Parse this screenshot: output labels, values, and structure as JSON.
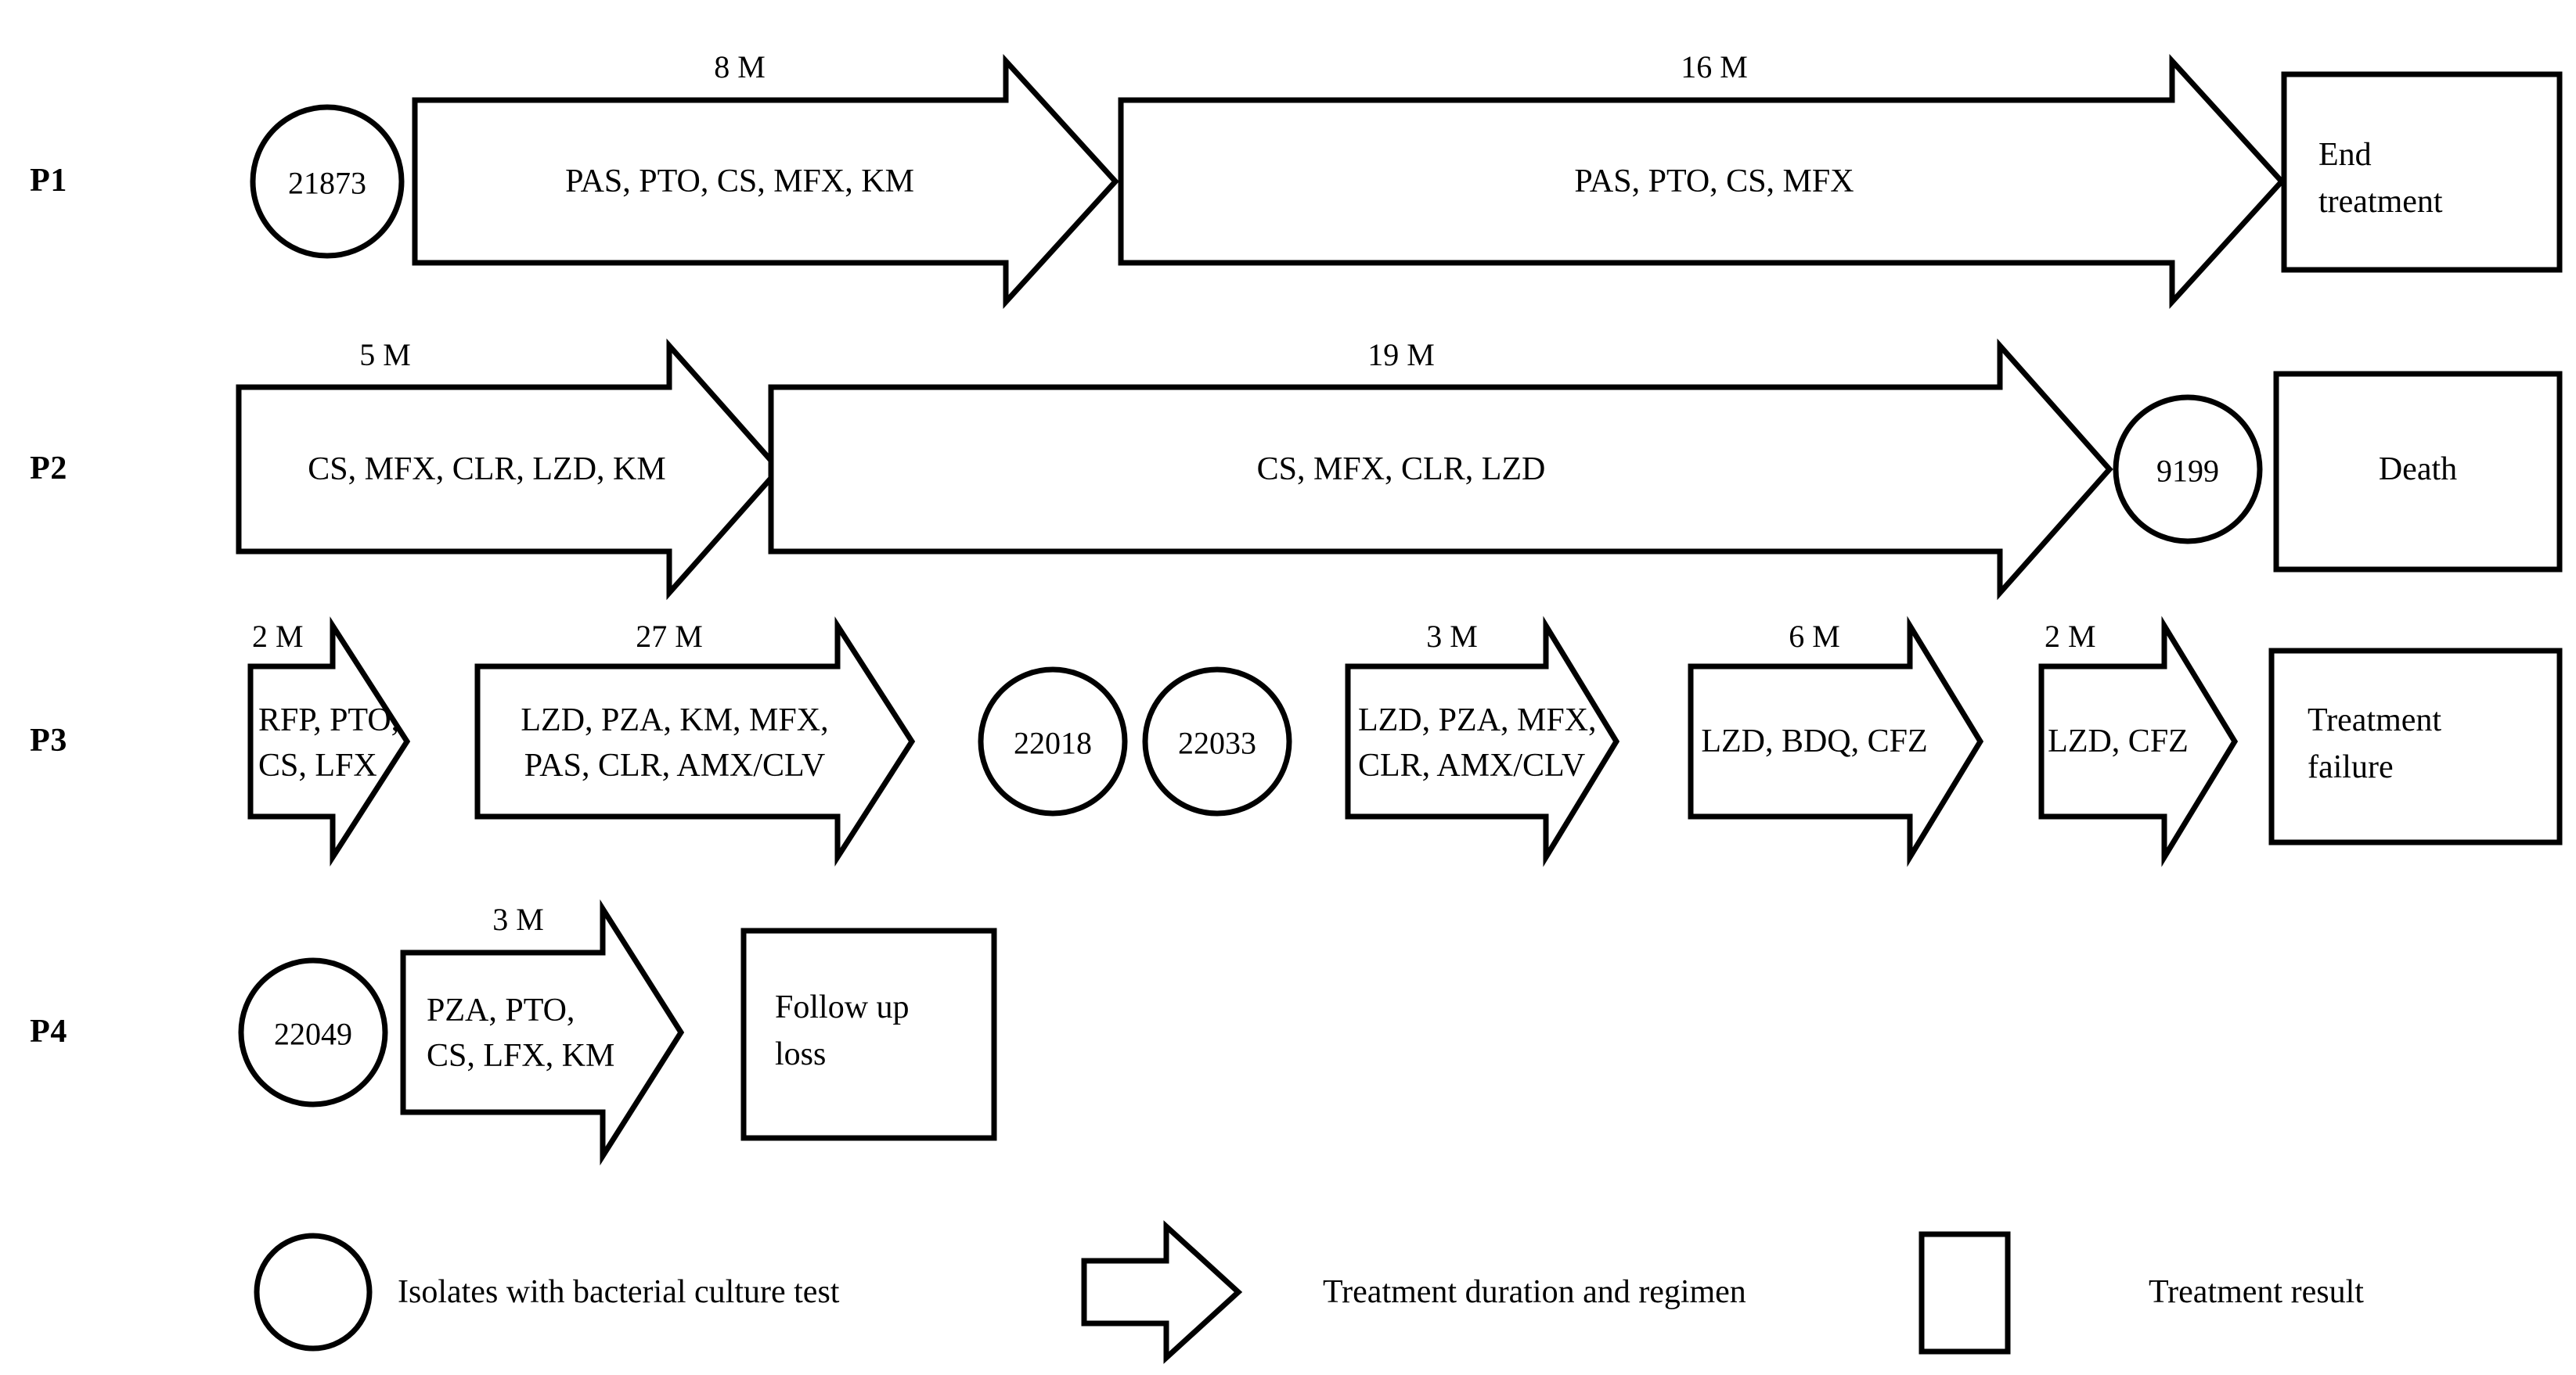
{
  "figure": {
    "type": "patient-treatment-timeline",
    "rows": [
      {
        "label": "P1",
        "steps": [
          {
            "kind": "circle",
            "text": "21873"
          },
          {
            "kind": "arrow",
            "duration": "8 M",
            "regimen": "PAS, PTO, CS, MFX, KM"
          },
          {
            "kind": "arrow",
            "duration": "16 M",
            "regimen": "PAS, PTO, CS, MFX"
          },
          {
            "kind": "box",
            "line1": "End",
            "line2": "treatment"
          }
        ]
      },
      {
        "label": "P2",
        "steps": [
          {
            "kind": "arrow",
            "duration": "5 M",
            "regimen": "CS, MFX, CLR, LZD, KM"
          },
          {
            "kind": "arrow",
            "duration": "19 M",
            "regimen": "CS, MFX, CLR, LZD"
          },
          {
            "kind": "circle",
            "text": "9199"
          },
          {
            "kind": "box",
            "line1": "Death",
            "line2": ""
          }
        ]
      },
      {
        "label": "P3",
        "steps": [
          {
            "kind": "arrow",
            "duration": "2 M",
            "regimen1": "RFP, PTO,",
            "regimen2": "CS, LFX"
          },
          {
            "kind": "arrow",
            "duration": "27 M",
            "regimen1": "LZD, PZA, KM, MFX,",
            "regimen2": "PAS, CLR, AMX/CLV"
          },
          {
            "kind": "circle",
            "text": "22018"
          },
          {
            "kind": "circle",
            "text": "22033"
          },
          {
            "kind": "arrow",
            "duration": "3 M",
            "regimen1": "LZD, PZA, MFX,",
            "regimen2": "CLR, AMX/CLV"
          },
          {
            "kind": "arrow",
            "duration": "6 M",
            "regimen": "LZD, BDQ, CFZ"
          },
          {
            "kind": "arrow",
            "duration": "2 M",
            "regimen": "LZD, CFZ"
          },
          {
            "kind": "box",
            "line1": "Treatment",
            "line2": "failure"
          }
        ]
      },
      {
        "label": "P4",
        "steps": [
          {
            "kind": "circle",
            "text": "22049"
          },
          {
            "kind": "arrow",
            "duration": "3 M",
            "regimen1": "PZA, PTO,",
            "regimen2": "CS, LFX, KM"
          },
          {
            "kind": "box",
            "line1": "Follow up",
            "line2": "loss"
          }
        ]
      }
    ]
  },
  "legend": {
    "items": [
      {
        "shape": "circle",
        "label": "Isolates with bacterial culture test"
      },
      {
        "shape": "arrow",
        "label": "Treatment duration and regimen"
      },
      {
        "shape": "box",
        "label": "Treatment result"
      }
    ]
  },
  "colors": {
    "stroke": "#000000",
    "fill": "#ffffff",
    "text": "#000000"
  }
}
